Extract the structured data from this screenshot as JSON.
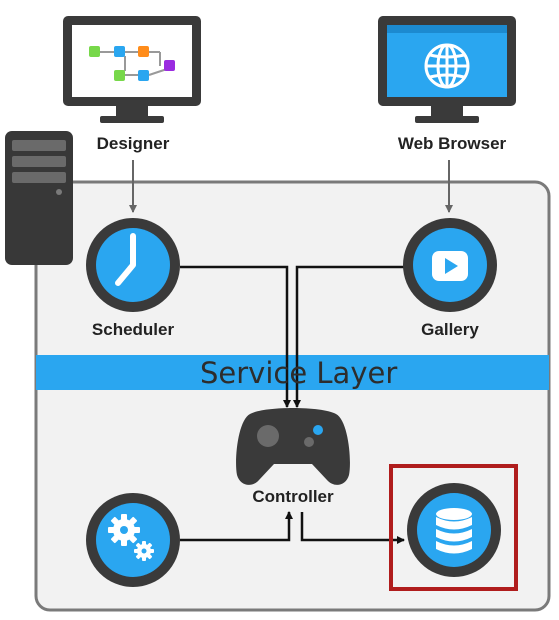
{
  "nodes": {
    "designer": "Designer",
    "web_browser": "Web Browser",
    "scheduler": "Scheduler",
    "gallery": "Gallery",
    "controller": "Controller"
  },
  "service_layer": "Service Layer",
  "colors": {
    "accent_blue": "#2aa6f0",
    "dark": "#3a3a3a",
    "highlight_border": "#b01d1d",
    "panel_bg": "#f2f2f2"
  },
  "icons": [
    "monitor-icon",
    "globe-icon",
    "server-icon",
    "clock-icon",
    "play-icon",
    "gamepad-icon",
    "gears-icon",
    "database-icon"
  ]
}
